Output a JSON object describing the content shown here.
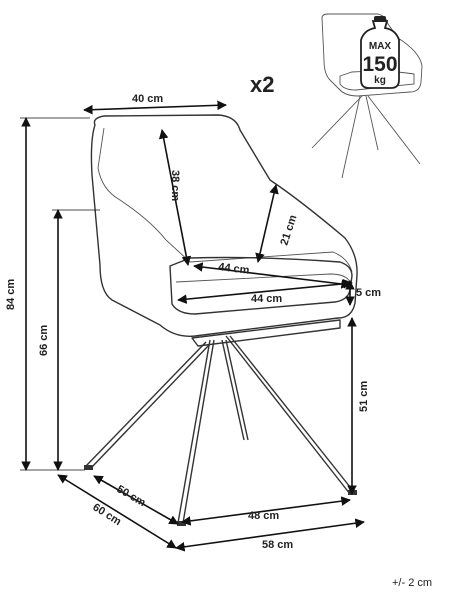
{
  "quantity": "x2",
  "tolerance": "+/- 2 cm",
  "badge": {
    "top": "MAX",
    "value": "150",
    "unit": "kg"
  },
  "dimensions": {
    "seat_width_top": "40 cm",
    "backrest_height": "38 cm",
    "armrest_height": "21 cm",
    "seat_depth_inner": "44 cm",
    "seat_width": "44 cm",
    "cushion_thickness": "5 cm",
    "total_height": "84 cm",
    "arm_height": "66 cm",
    "seat_height": "51 cm",
    "base_depth": "50 cm",
    "base_width": "48 cm",
    "total_depth": "60 cm",
    "total_width": "58 cm"
  }
}
